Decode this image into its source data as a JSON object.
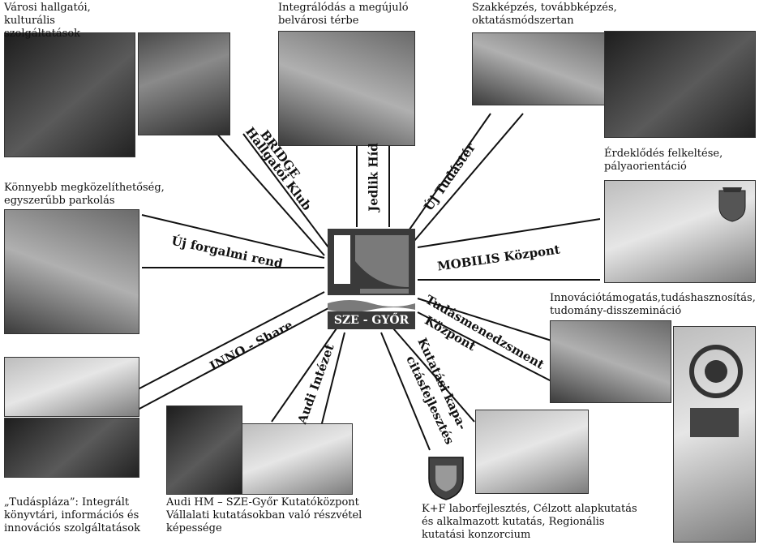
{
  "center_logo": {
    "text": "SZE - GYŐR"
  },
  "spokes": {
    "bridge": "BRIDGE",
    "hallgatoi_klub": "Hallgatói Klub",
    "jedlik": "Jedlik Híd",
    "uj_tudaster": "Új Tudástér",
    "uj_forgalmi": "Új forgalmi rend",
    "mobilis": "MOBILIS Központ",
    "inno_share": "INNO - Share",
    "tudasmenedzsment": "Tudásmenedzsment",
    "kozpont": "Központ",
    "audi_intezet": "Audi Intézet",
    "kutatasi_kapa": "Kutatási kapa-",
    "citasfejlesztes": "citásfejlesztés"
  },
  "captions": {
    "top_left": [
      "Városi hallgatói, kulturális",
      "szolgáltatások"
    ],
    "top_center": [
      "Integrálódás a megújuló",
      "belvárosi térbe"
    ],
    "top_right": [
      "Szakképzés, továbbképzés,",
      "oktatásmódszertan"
    ],
    "right_upper": [
      "Érdeklődés felkeltése,",
      "pályaorientáció"
    ],
    "left_upper": [
      "Könnyebb megközelíthetőség,",
      "egyszerűbb parkolás"
    ],
    "right_mid": [
      "Innovációtámogatás,tudáshasznosítás,",
      "tudomány-disszemináció"
    ],
    "bottom_left": [
      "„Tudásplázа”: Integrált",
      "könyvtári, információs és",
      "innovációs szolgáltatások"
    ],
    "bottom_center": [
      "Audi HM – SZE-Győr Kutatóközpont",
      "Vállalati kutatásokban való részvétel",
      "képessége"
    ],
    "bottom_right": [
      "K+F laborfejlesztés, Célzott alapkutatás",
      "és alkalmazott kutatás, Regionális",
      "kutatási konzorcium"
    ]
  },
  "colors": {
    "lines": "#111111",
    "logo_dark": "#3a3a3a",
    "logo_mid": "#7a7a7a"
  }
}
